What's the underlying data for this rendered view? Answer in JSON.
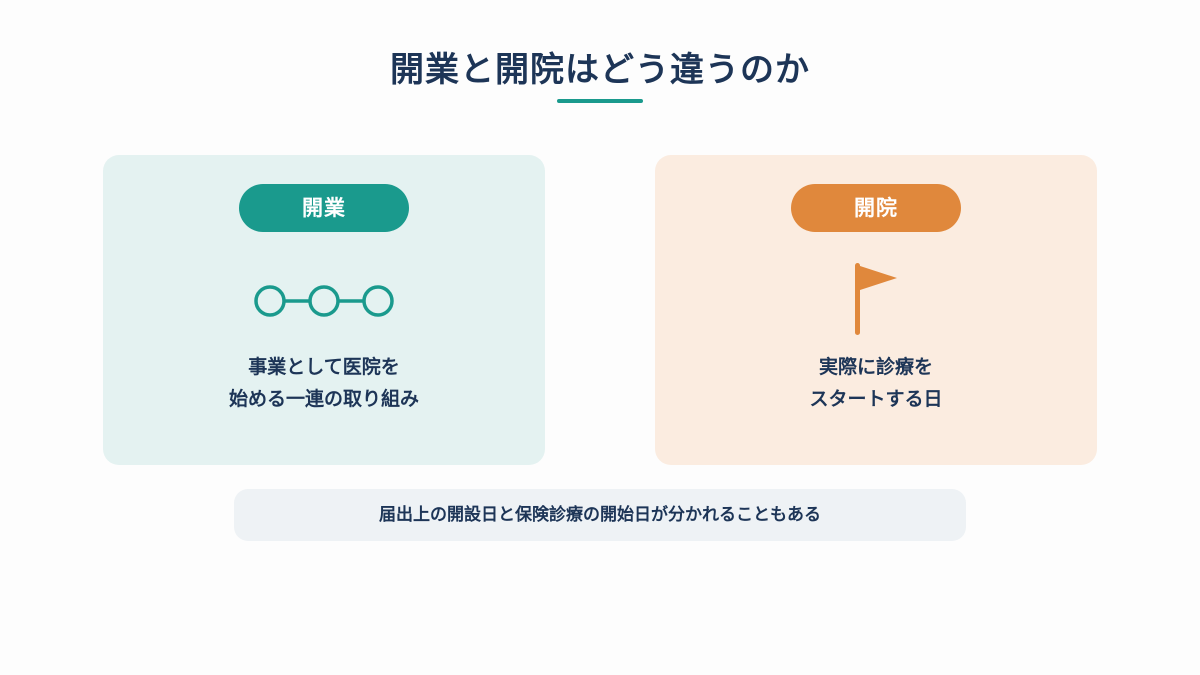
{
  "title": "開業と開院はどう違うのか",
  "colors": {
    "teal": "#1a9a8d",
    "teal_bg": "#e4f2f1",
    "orange": "#e0883c",
    "orange_bg": "#fbece0",
    "navy": "#1d3557",
    "note_bg": "#eef2f5"
  },
  "cards": [
    {
      "label": "開業",
      "icon": "connected-circles-icon",
      "lines": [
        "事業として医院を",
        "始める一連の取り組み"
      ]
    },
    {
      "label": "開院",
      "icon": "flag-icon",
      "lines": [
        "実際に診療を",
        "スタートする日"
      ]
    }
  ],
  "note": "届出上の開設日と保険診療の開始日が分かれることもある"
}
